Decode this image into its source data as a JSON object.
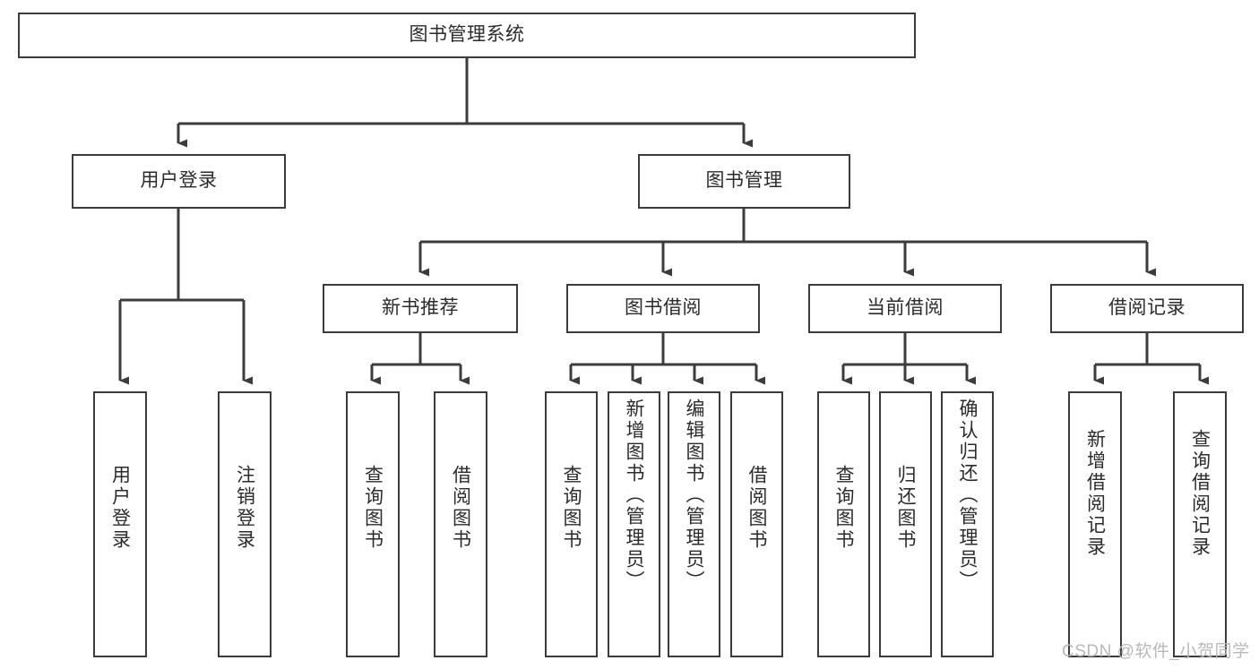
{
  "diagram": {
    "title": "图书管理系统",
    "type": "tree",
    "root": {
      "label": "图书管理系统"
    },
    "level1": [
      {
        "label": "用户登录"
      },
      {
        "label": "图书管理"
      }
    ],
    "level2": [
      {
        "label": "新书推荐"
      },
      {
        "label": "图书借阅"
      },
      {
        "label": "当前借阅"
      },
      {
        "label": "借阅记录"
      }
    ],
    "leaves": {
      "user_login": [
        {
          "label": "用户登录"
        },
        {
          "label": "注销登录"
        }
      ],
      "new_book": [
        {
          "label": "查询图书"
        },
        {
          "label": "借阅图书"
        }
      ],
      "book_borrow": [
        {
          "label": "查询图书"
        },
        {
          "label": "新增图书（管理员）"
        },
        {
          "label": "编辑图书（管理员）"
        },
        {
          "label": "借阅图书"
        }
      ],
      "current_borrow": [
        {
          "label": "查询图书"
        },
        {
          "label": "归还图书"
        },
        {
          "label": "确认归还（管理员）"
        }
      ],
      "borrow_record": [
        {
          "label": "新增借阅记录"
        },
        {
          "label": "查询借阅记录"
        }
      ]
    }
  },
  "watermark": {
    "text": "CSDN @软件_小贺同学"
  },
  "colors": {
    "stroke": "#3c3c3c",
    "background": "#ffffff",
    "text": "#2b2b2b",
    "watermark": "#b9b9b9"
  }
}
